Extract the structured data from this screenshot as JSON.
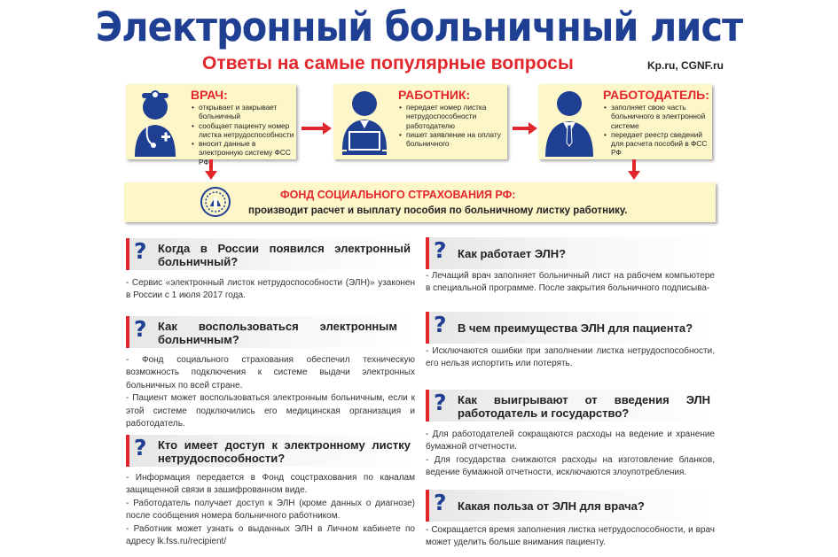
{
  "title": "Электронный больничный лист",
  "subtitle": "Ответы на самые популярные вопросы",
  "source": "Kp.ru, CGNF.ru",
  "colors": {
    "accent": "#e3262b",
    "brand": "#1f3f93",
    "card": "#fdf6c8"
  },
  "cards": [
    {
      "icon": "doctor-icon",
      "role": "ВРАЧ:",
      "items": [
        "открывает и закрывает больничный",
        "сообщает пациенту номер листка нетрудоспособности",
        "вносит данные в электронную систему ФСС РФ"
      ]
    },
    {
      "icon": "worker-icon",
      "role": "РАБОТНИК:",
      "items": [
        "передает номер листка нетрудоспособности работодателю",
        "пишет заявление на оплату больничного"
      ]
    },
    {
      "icon": "employer-icon",
      "role": "РАБОТОДАТЕЛЬ:",
      "items": [
        "заполняет свою часть больничного в электронной системе",
        "передает реестр сведений для расчета пособий в ФСС РФ"
      ]
    }
  ],
  "fund": {
    "icon": "fss-logo-icon",
    "title": "ФОНД СОЦИАЛЬНОГО СТРАХОВАНИЯ РФ:",
    "text": "производит расчет и выплату пособия по больничному листку работнику."
  },
  "faq": [
    {
      "mark": "?",
      "question": "Когда в России появился электронный больничный?",
      "answers": [
        "- Сервис «электронный листок нетрудоспособности (ЭЛН)» узаконен в России с 1 июля 2017 года."
      ]
    },
    {
      "mark": "?",
      "question": "Как воспользоваться электронным больничным?",
      "answers": [
        "- Фонд социального страхования обеспечил техническую возможность подключения к системе выдачи электронных больничных по всей стране.",
        "- Пациент может воспользоваться электронным больничным, если к этой системе подключились его медицинская организация и работодатель."
      ]
    },
    {
      "mark": "?",
      "question": "Кто имеет доступ к электронному листку нетрудоспособности?",
      "answers": [
        "- Информация передается в Фонд соцстрахования по каналам защищенной связи в зашифрованном виде.",
        "- Работодатель получает доступ к ЭЛН (кроме данных о диагнозе) после сообщения номера больничного работником.",
        "- Работник может узнать о выданных ЭЛН в Личном кабинете по адресу lk.fss.ru/recipient/"
      ]
    },
    {
      "mark": "?",
      "question": "Как работает ЭЛН?",
      "answers": [
        "- Лечащий врач заполняет больничный лист на рабочем компьютере в специальной программе. После закрытия больничного подписыва-"
      ]
    },
    {
      "mark": "?",
      "question": "В чем преимущества ЭЛН для пациента?",
      "answers": [
        "- Исключаются ошибки при заполнении листка нетрудоспособности, его нельзя испортить или потерять."
      ]
    },
    {
      "mark": "?",
      "question": "Как выигрывают от введения ЭЛН работодатель и государство?",
      "answers": [
        "- Для работодателей сокращаются расходы на ведение и хранение бумажной отчетности.",
        "- Для государства снижаются расходы на изготовление бланков, ведение бумажной отчетности, исключаются злоупотребления."
      ]
    },
    {
      "mark": "?",
      "question": "Какая польза от ЭЛН для врача?",
      "answers": [
        "- Сокращается время заполнения листка нетрудоспособности, и врач может уделить больше внимания пациенту."
      ]
    }
  ]
}
